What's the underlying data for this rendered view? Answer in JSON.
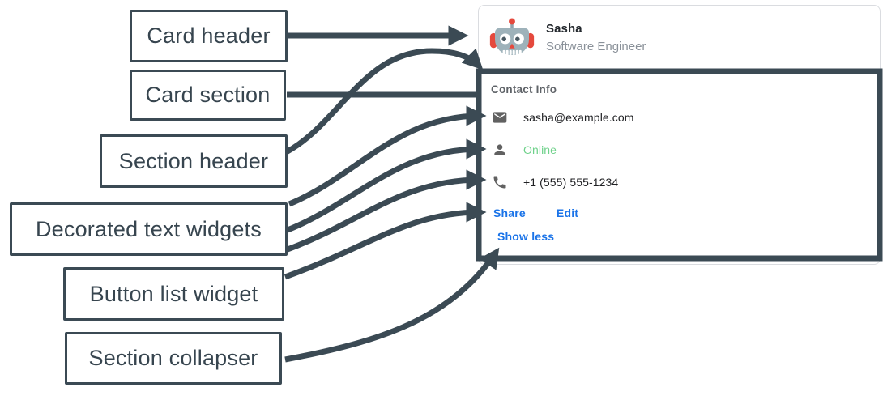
{
  "annotations": {
    "arrow_color": "#3b4a54",
    "labels": [
      {
        "id": "card-header",
        "text": "Card header"
      },
      {
        "id": "card-section",
        "text": "Card section"
      },
      {
        "id": "section-header",
        "text": "Section header"
      },
      {
        "id": "decorated-text-widgets",
        "text": "Decorated text widgets"
      },
      {
        "id": "button-list-widget",
        "text": "Button list widget"
      },
      {
        "id": "section-collapser",
        "text": "Section collapser"
      }
    ]
  },
  "card": {
    "border_color": "#dadce0",
    "header": {
      "title": "Sasha",
      "subtitle": "Software Engineer",
      "avatar_icon": "robot-avatar"
    },
    "section": {
      "title": "Contact Info",
      "widgets": [
        {
          "icon": "email-icon",
          "text": "sasha@example.com",
          "color": "#202124"
        },
        {
          "icon": "person-icon",
          "text": "Online",
          "color": "#6ed18a"
        },
        {
          "icon": "phone-icon",
          "text": "+1 (555) 555-1234",
          "color": "#202124"
        }
      ],
      "buttons": [
        {
          "label": "Share",
          "color": "#1a73e8"
        },
        {
          "label": "Edit",
          "color": "#1a73e8"
        }
      ],
      "collapser_label": "Show less",
      "accent_color": "#1a73e8"
    }
  }
}
